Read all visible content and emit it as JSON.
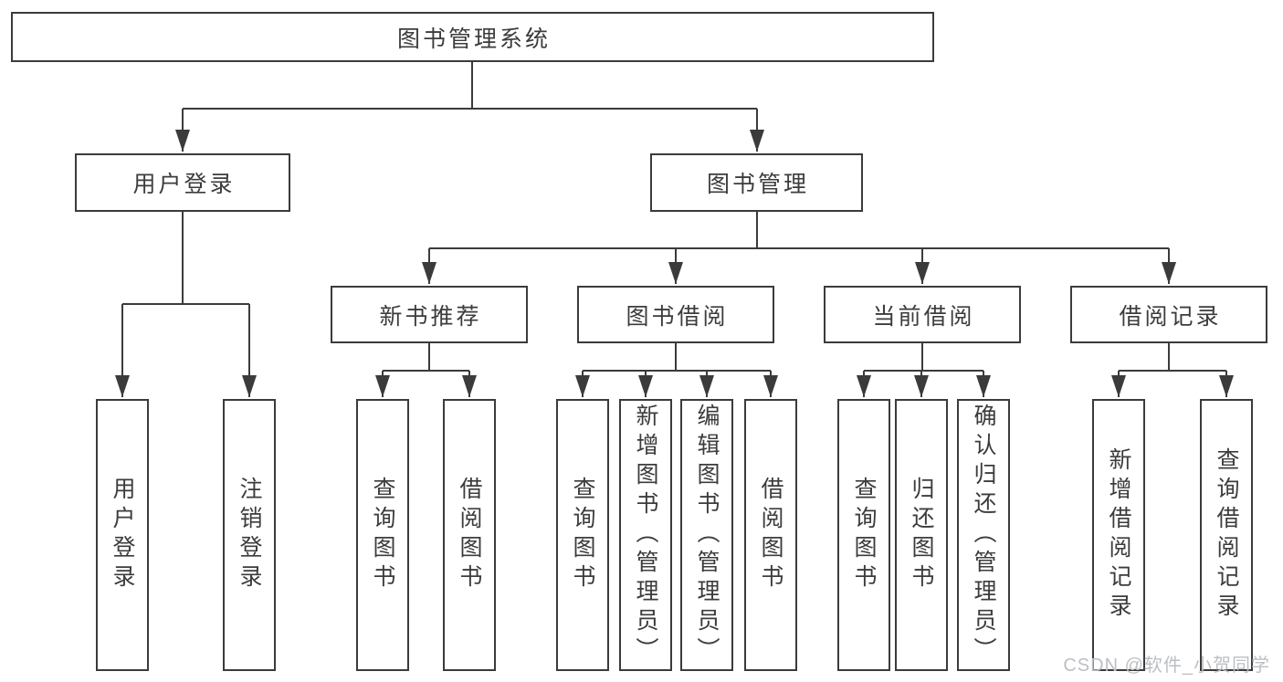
{
  "colors": {
    "background": "#ffffff",
    "line": "#3b3b3b",
    "box_border": "#3b3b3b",
    "text": "#3c3c3c",
    "watermark": "#bcbfc3"
  },
  "root": {
    "label": "图书管理系统"
  },
  "level2": {
    "user_login": "用户登录",
    "book_mgmt": "图书管理"
  },
  "level3": {
    "new_books": "新书推荐",
    "book_borrow": "图书借阅",
    "current_borrow": "当前借阅",
    "borrow_records": "借阅记录"
  },
  "leaves": {
    "user_login": [
      "用户登录",
      "注销登录"
    ],
    "new_books": [
      "查询图书",
      "借阅图书"
    ],
    "book_borrow": [
      "查询图书",
      "新增图书（管理员）",
      "编辑图书（管理员）",
      "借阅图书"
    ],
    "current_borrow": [
      "查询图书",
      "归还图书",
      "确认归还（管理员）"
    ],
    "borrow_records": [
      "新增借阅记录",
      "查询借阅记录"
    ]
  },
  "watermark": "CSDN @软件_小贺同学"
}
